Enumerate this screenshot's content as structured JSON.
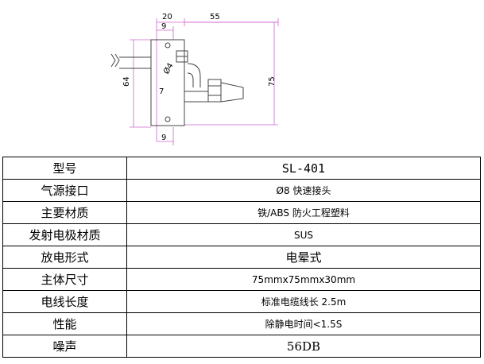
{
  "drawing": {
    "dimensions": {
      "top_width": "20",
      "top_length": "55",
      "hole_offset_top": "9",
      "hole_offset_bottom": "9",
      "height_left": "64",
      "height_right": "75",
      "diameter": "Ø4",
      "small": "7"
    },
    "colors": {
      "dimension_line": "#cc66cc",
      "outline": "#444444"
    }
  },
  "specs": [
    {
      "label": "型号",
      "value": "SL-401"
    },
    {
      "label": "气源接口",
      "value": "Ø8 快速接头"
    },
    {
      "label": "主要材质",
      "value": "铁/ABS 防火工程塑料"
    },
    {
      "label": "发射电极材质",
      "value": "SUS"
    },
    {
      "label": "放电形式",
      "value": "电晕式"
    },
    {
      "label": "主体尺寸",
      "value": "75mmx75mmx30mm"
    },
    {
      "label": "电线长度",
      "value": "标准电缆线长 2.5m"
    },
    {
      "label": "性能",
      "value": "除静电时间<1.5S"
    },
    {
      "label": "噪声",
      "value": "56DB"
    }
  ]
}
